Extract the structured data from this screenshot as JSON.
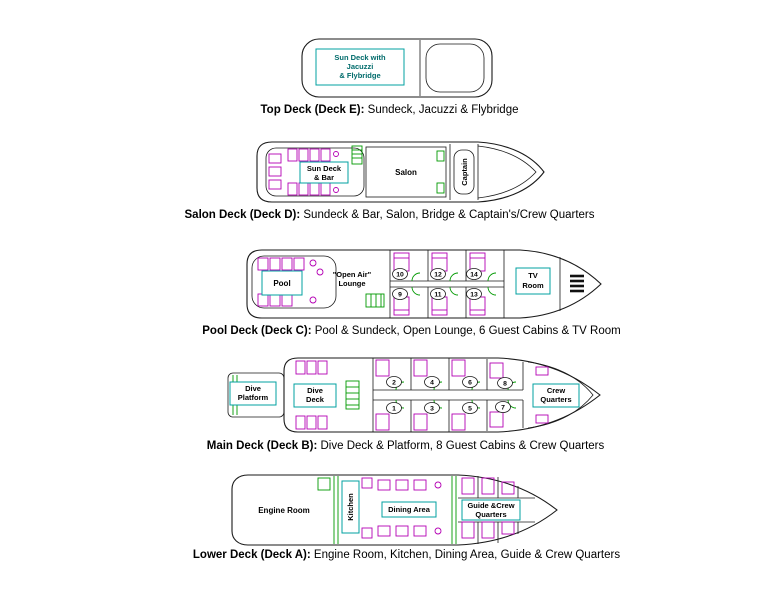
{
  "colors": {
    "outline": "#1a1a1a",
    "furniture": "#b400b4",
    "stairs_doors": "#009900",
    "label_box_border": "#00a0a0",
    "background": "#ffffff"
  },
  "decks": [
    {
      "name": "Top Deck",
      "caption_bold": "Top Deck (Deck E):",
      "caption_rest": " Sundeck, Jacuzzi & Flybridge",
      "labels": {
        "sun_deck_line1": "Sun Deck with",
        "sun_deck_line2": "Jacuzzi",
        "sun_deck_line3": "& Flybridge"
      }
    },
    {
      "name": "Salon Deck",
      "caption_bold": "Salon Deck (Deck D):",
      "caption_rest": " Sundeck & Bar, Salon, Bridge & Captain's/Crew Quarters",
      "labels": {
        "sun_deck_bar_line1": "Sun Deck",
        "sun_deck_bar_line2": "& Bar",
        "salon": "Salon",
        "captain": "Captain"
      }
    },
    {
      "name": "Pool Deck",
      "caption_bold": "Pool Deck (Deck C):",
      "caption_rest": " Pool & Sundeck, Open Lounge, 6 Guest Cabins & TV Room",
      "labels": {
        "pool": "Pool",
        "open_air_line1": "\"Open Air\"",
        "open_air_line2": "Lounge",
        "tv_room_line1": "TV",
        "tv_room_line2": "Room"
      },
      "cabins_top": [
        "10",
        "12",
        "14"
      ],
      "cabins_bottom": [
        "9",
        "11",
        "13"
      ]
    },
    {
      "name": "Main Deck",
      "caption_bold": "Main Deck (Deck B):",
      "caption_rest": " Dive Deck & Platform, 8 Guest Cabins & Crew Quarters",
      "labels": {
        "dive_platform_line1": "Dive",
        "dive_platform_line2": "Platform",
        "dive_deck_line1": "Dive",
        "dive_deck_line2": "Deck",
        "crew_quarters_line1": "Crew",
        "crew_quarters_line2": "Quarters"
      },
      "cabins_top": [
        "2",
        "4",
        "6",
        "8"
      ],
      "cabins_bottom": [
        "1",
        "3",
        "5",
        "7"
      ]
    },
    {
      "name": "Lower Deck",
      "caption_bold": "Lower Deck (Deck A):",
      "caption_rest": " Engine Room, Kitchen, Dining Area, Guide & Crew Quarters",
      "labels": {
        "engine_room": "Engine Room",
        "kitchen": "Kitchen",
        "dining_area": "Dining Area",
        "guide_crew_line1": "Guide &Crew",
        "guide_crew_line2": "Quarters"
      }
    }
  ]
}
